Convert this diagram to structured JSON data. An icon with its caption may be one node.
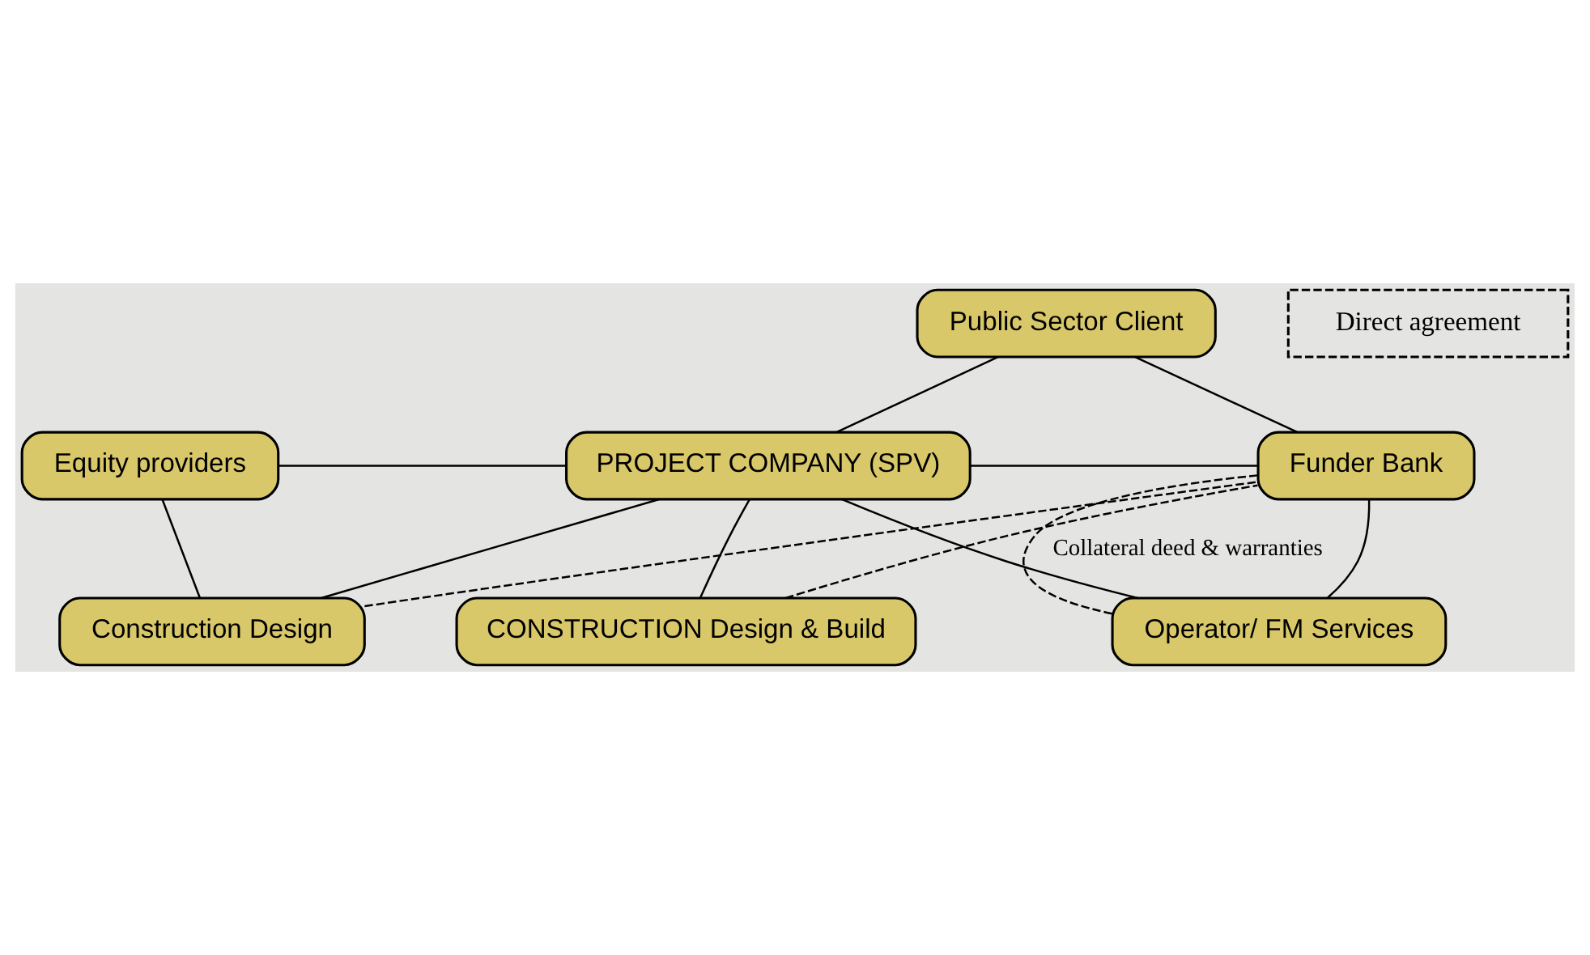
{
  "diagram": {
    "nodes": [
      {
        "text": [
          "Public Sector Client"
        ]
      },
      {
        "text": [
          "Equity providers"
        ]
      },
      {
        "text": [
          "PROJECT COMPANY (SPV)"
        ]
      },
      {
        "text": [
          "Funder Bank"
        ]
      },
      {
        "text": [
          "Construction Design"
        ]
      },
      {
        "text": [
          "CONSTRUCTION Design & Build"
        ]
      },
      {
        "text": [
          "Operator/ FM Services"
        ]
      }
    ],
    "edges": [
      {
        "from": 0,
        "to": 2,
        "arrow": "none"
      },
      {
        "from": 0,
        "to": 3,
        "arrow": "none"
      },
      {
        "from": 1,
        "to": 2,
        "arrow": "none"
      },
      {
        "from": 2,
        "to": 3,
        "arrow": "none"
      },
      {
        "from": 1,
        "to": 4,
        "arrow": "none"
      },
      {
        "from": 2,
        "to": 4,
        "arrow": "none"
      },
      {
        "from": 2,
        "to": 5,
        "arrow": "none"
      },
      {
        "from": 2,
        "to": 6,
        "arrow": "none"
      },
      {
        "from": 3,
        "to": 6,
        "arrow": "none"
      },
      {
        "from": 4,
        "to": 3,
        "arrow": "none",
        "style": "dashed"
      },
      {
        "from": 5,
        "to": 3,
        "arrow": "none",
        "style": "dashed"
      },
      {
        "from": 6,
        "to": 3,
        "arrow": "none",
        "style": "dashed",
        "label": "Collateral deed & warranties"
      }
    ],
    "legend": [
      {
        "text": "Direct agreement"
      }
    ]
  }
}
